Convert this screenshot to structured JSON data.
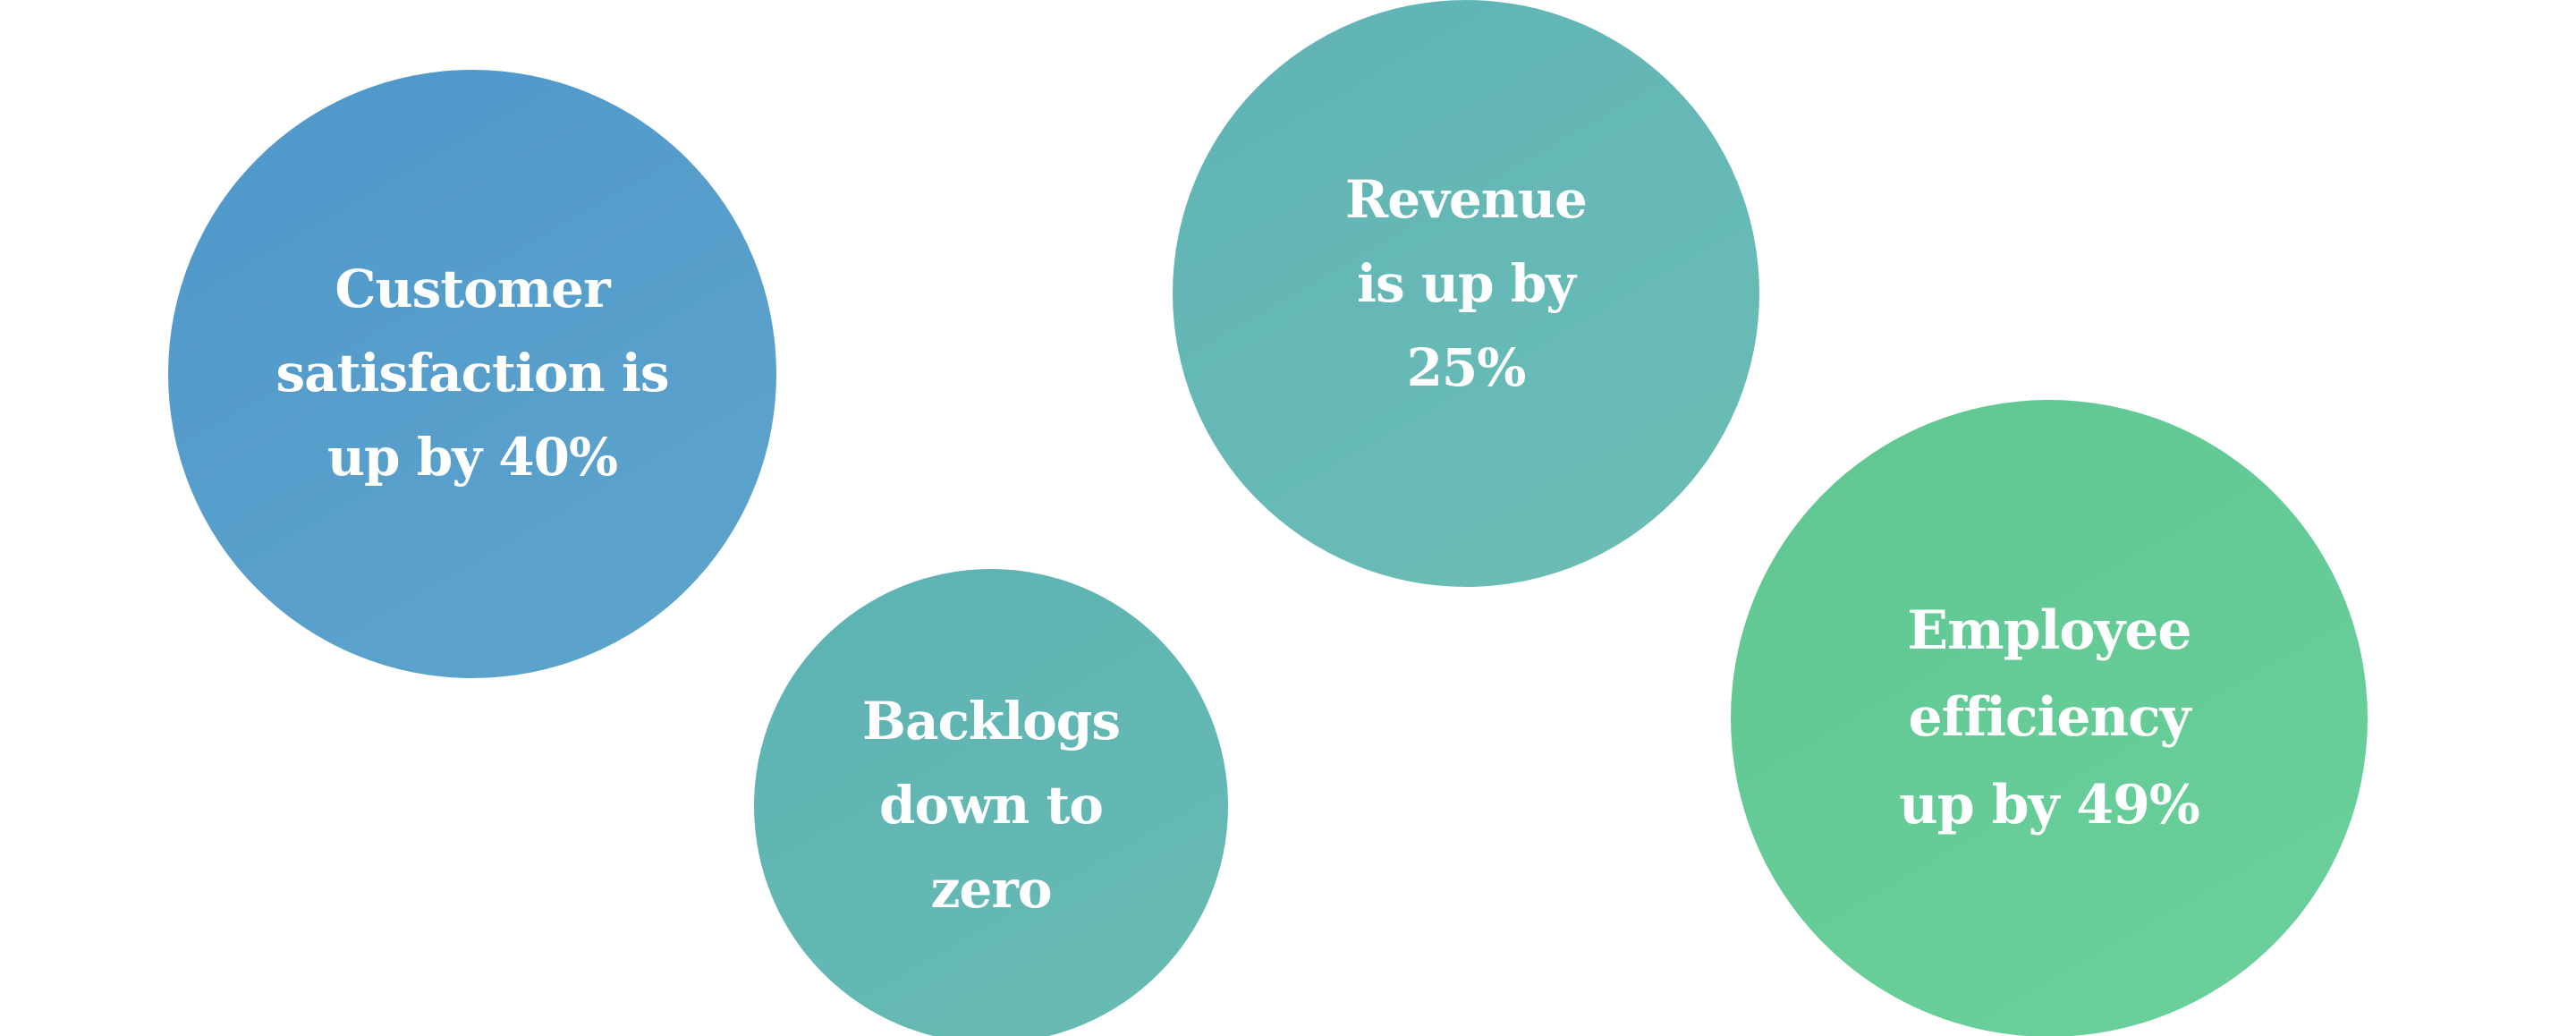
{
  "bubbles": {
    "customer": {
      "lines": [
        "Customer",
        "satisfaction is",
        "up by 40%"
      ],
      "color_start": "#4f97cb",
      "color_end": "#5ea5cb"
    },
    "revenue": {
      "lines": [
        "Revenue",
        "is up by",
        "25%"
      ],
      "color_start": "#60b3b6",
      "color_end": "#6bbeb4"
    },
    "backlogs": {
      "lines": [
        "Backlogs",
        "down to",
        "zero"
      ],
      "color_start": "#5cb2b4",
      "color_end": "#69bcb2"
    },
    "employee": {
      "lines": [
        "Employee",
        "efficiency",
        "up by 49%"
      ],
      "color_start": "#5fc691",
      "color_end": "#6bd19c"
    }
  },
  "text_color": "#ffffff",
  "background": "#ffffff"
}
